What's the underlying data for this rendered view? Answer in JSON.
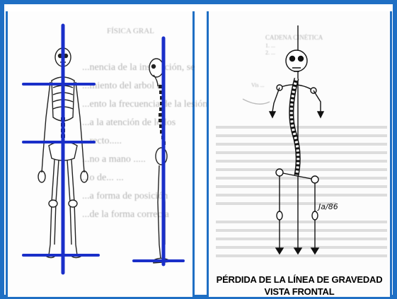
{
  "left_panel": {
    "background_text": [
      "FÍSICA GRAL",
      "...nencia de la inspección, se",
      "...miento del arbol a",
      "...ento la frecuencia de la lesión,",
      "...a la atención de lo los",
      "...recto.....",
      "...no a mano .....",
      "...o de... ...",
      "...a forma de posición",
      "...de la forma correcta"
    ]
  },
  "right_panel": {
    "background_text": [
      "CADENA CINÉTICA",
      "1. ...",
      "2. ...",
      "...",
      "Vis ...",
      "...",
      "...",
      "...",
      "...",
      "..."
    ],
    "signature": "Ja/86",
    "caption_line1": "PÉRDIDA DE LA LÍNEA DE GRAVEDAD",
    "caption_line2": "VISTA FRONTAL"
  },
  "colors": {
    "frame": "#1f6fc4",
    "gravity_line": "#1a2fc9"
  }
}
